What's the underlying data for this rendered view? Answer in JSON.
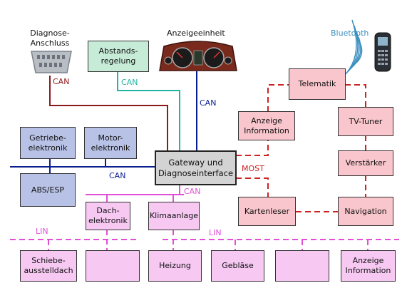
{
  "header": {
    "diag_port": "Diagnose-\nAnschluss",
    "display_unit": "Anzeigeeinheit",
    "bluetooth": "Bluetooth"
  },
  "nodes": {
    "abstand": "Abstands-\nregelung",
    "getriebe": "Getriebe-\nelektronik",
    "motor": "Motor-\nelektronik",
    "abs": "ABS/ESP",
    "gateway": "Gateway und\nDiagnoseinterface",
    "dach": "Dach-\nelektronik",
    "klima": "Klimaanlage",
    "telematik": "Telematik",
    "anzeige_info_top": "Anzeige\nInformation",
    "tvtuner": "TV-Tuner",
    "verstaerker": "Verstärker",
    "kartenleser": "Kartenleser",
    "navigation": "Navigation",
    "schiebe": "Schiebe-\nausstelldach",
    "empty1": "",
    "heizung": "Heizung",
    "geblaese": "Gebläse",
    "empty2": "",
    "anzeige_info_bottom": "Anzeige\nInformation"
  },
  "bus_labels": {
    "can_diag": "CAN",
    "can_abstand": "CAN",
    "can_display": "CAN",
    "can_main": "CAN",
    "can_comfort": "CAN",
    "most": "MOST",
    "lin_left": "LIN",
    "lin_right": "LIN"
  },
  "colors": {
    "can_diag": "#8b1a1a",
    "can_abstand": "#1fb5a0",
    "can_display": "#0a1f8f",
    "can_main": "#0a1f8f",
    "can_comfort": "#e14fd6",
    "most": "#cc2222",
    "lin": "#e14fd6",
    "bluetooth": "#3a8fc0"
  }
}
